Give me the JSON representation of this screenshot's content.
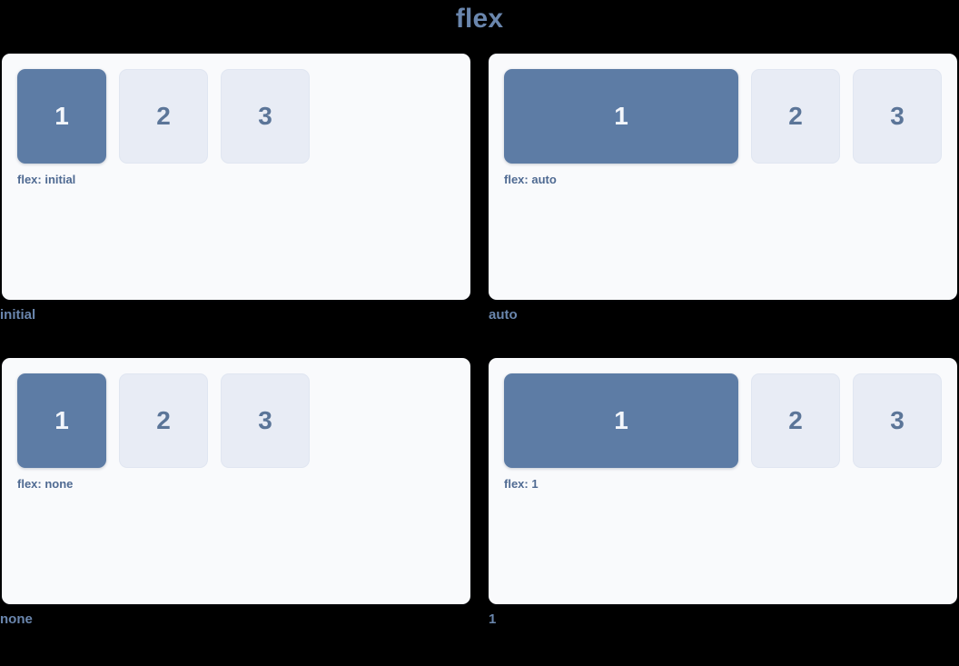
{
  "title": "flex",
  "theme": {
    "background": "#000000",
    "panel_background": "#f9fafc",
    "accent": "#6a86ad",
    "box_primary": "#5d7ca5",
    "box_muted": "#e8ecf5",
    "box_primary_text": "#f3f6fb",
    "box_muted_text": "#5b7598",
    "note_text": "#4f6a92"
  },
  "demos": [
    {
      "label": "initial",
      "note": "flex: initial",
      "variant": "initial",
      "items": [
        {
          "text": "1",
          "style": "primary"
        },
        {
          "text": "2",
          "style": "muted"
        },
        {
          "text": "3",
          "style": "muted"
        }
      ]
    },
    {
      "label": "auto",
      "note": "flex: auto",
      "variant": "auto",
      "items": [
        {
          "text": "1",
          "style": "primary"
        },
        {
          "text": "2",
          "style": "muted"
        },
        {
          "text": "3",
          "style": "muted"
        }
      ]
    },
    {
      "label": "none",
      "note": "flex: none",
      "variant": "none",
      "items": [
        {
          "text": "1",
          "style": "primary"
        },
        {
          "text": "2",
          "style": "muted"
        },
        {
          "text": "3",
          "style": "muted"
        }
      ]
    },
    {
      "label": "1",
      "note": "flex: 1",
      "variant": "one",
      "items": [
        {
          "text": "1",
          "style": "primary"
        },
        {
          "text": "2",
          "style": "muted"
        },
        {
          "text": "3",
          "style": "muted"
        }
      ]
    }
  ]
}
